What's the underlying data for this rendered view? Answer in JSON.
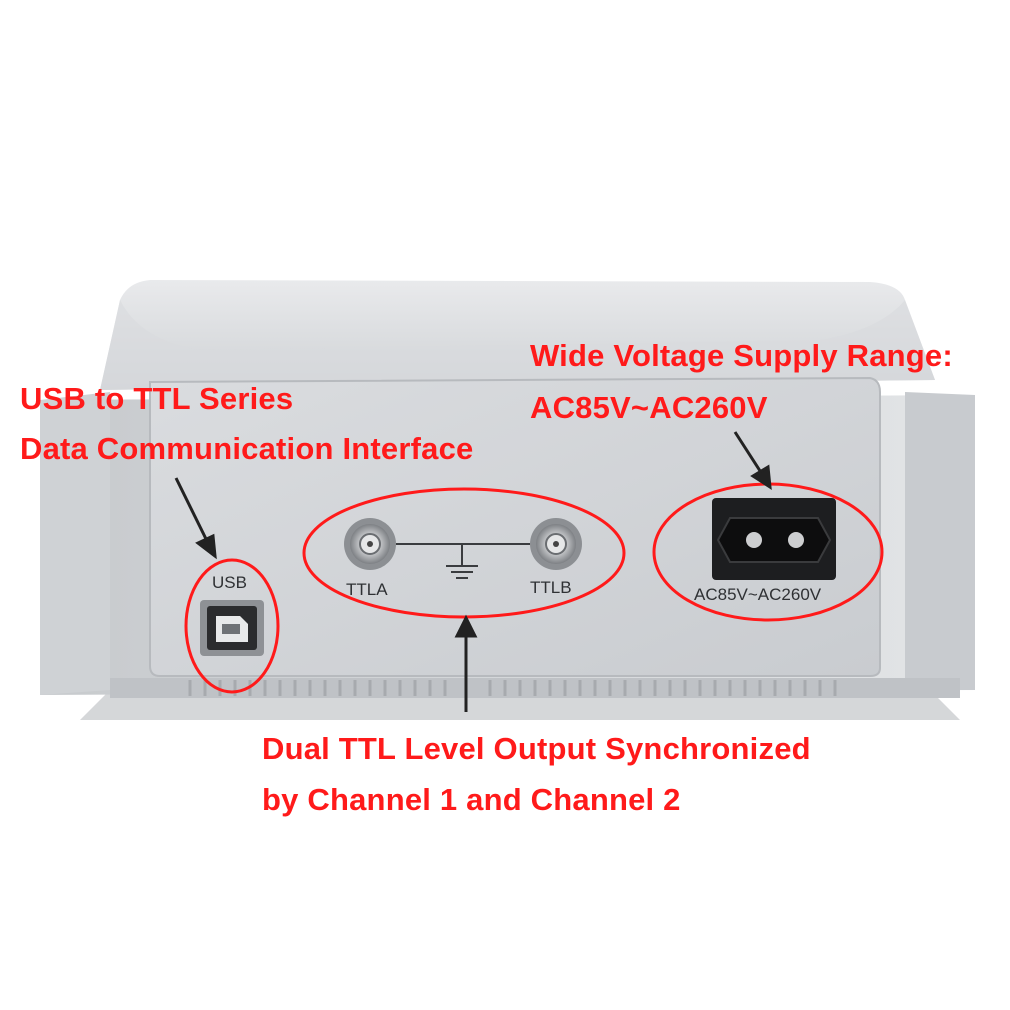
{
  "annotations": {
    "usb_line1": "USB to TTL Series",
    "usb_line2": "Data Communication Interface",
    "power_line1": "Wide Voltage Supply Range:",
    "power_line2": "AC85V~AC260V",
    "ttl_line1": "Dual TTL Level Output Synchronized",
    "ttl_line2": "by Channel 1 and Channel 2"
  },
  "panel_labels": {
    "usb": "USB",
    "ttla": "TTLA",
    "ttlb": "TTLB",
    "power": "AC85V~AC260V"
  },
  "colors": {
    "annotation": "#ff1a1a",
    "housing": "#dcdee0",
    "panel": "#d3d5d8"
  }
}
